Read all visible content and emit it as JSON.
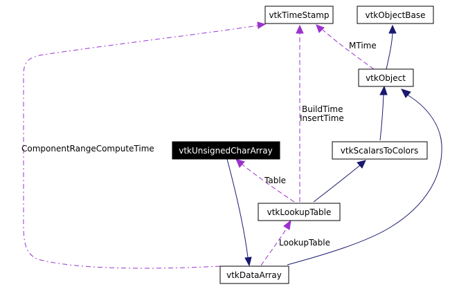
{
  "diagram": {
    "nodes": {
      "time_stamp": "vtkTimeStamp",
      "object_base": "vtkObjectBase",
      "object": "vtkObject",
      "unsigned_char_array": "vtkUnsignedCharArray",
      "scalars_to_colors": "vtkScalarsToColors",
      "lookup_table": "vtkLookupTable",
      "data_array": "vtkDataArray"
    },
    "edge_labels": {
      "mtime": "MTime",
      "build_time": "BuildTime",
      "insert_time": "InsertTime",
      "component_range_compute_time": "ComponentRangeComputeTime",
      "table": "Table",
      "lookup_table": "LookupTable"
    },
    "colors": {
      "inheritance": "#191970",
      "usage": "#9a32cd",
      "highlight_fill": "#000000",
      "highlight_text": "#ffffff"
    }
  }
}
